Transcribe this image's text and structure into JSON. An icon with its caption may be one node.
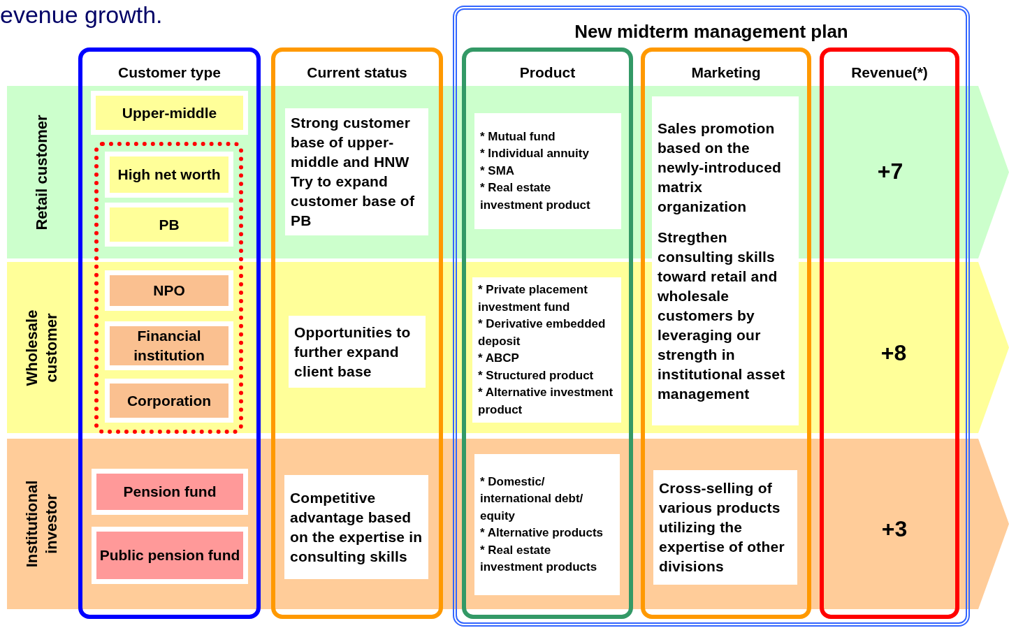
{
  "diagram": {
    "nodes": [
      {
        "text": [
          "Retail customer"
        ]
      },
      {
        "text": [
          "Wholesale customer"
        ]
      },
      {
        "text": [
          "Institutional investor"
        ]
      },
      {
        "text": [
          "New midterm management plan"
        ]
      },
      {
        "text": [
          "Customer type"
        ]
      },
      {
        "text": [
          "Upper-middle"
        ]
      },
      {
        "text": [],
        "shape": "box",
        "in": 4
      },
      {
        "text": [
          "High net worth"
        ]
      },
      {
        "text": [
          "PB"
        ]
      },
      {
        "text": [
          "NPO"
        ]
      },
      {
        "text": [
          "Financial institution"
        ]
      },
      {
        "text": [
          "Corporation"
        ]
      },
      {
        "text": [
          "Pension fund"
        ]
      },
      {
        "text": [
          "Public pension fund"
        ]
      },
      {
        "text": [
          "Current status"
        ]
      },
      {
        "text": [
          "Strong customer base of upper-middle and HNW",
          "Try to expand customer base of PB"
        ]
      },
      {
        "text": [
          "Opportunities to further expand client base"
        ]
      },
      {
        "text": [
          "Competitive advantage based on the expertise in consulting skills"
        ]
      },
      {
        "text": [
          "Product"
        ],
        "in": 3
      },
      {
        "text": [
          "* Mutual fund",
          "* Individual annuity",
          "* SMA",
          "* Real estate investment product"
        ]
      },
      {
        "text": [
          "* Private placement investment fund",
          "* Derivative embedded deposit",
          "* ABCP",
          "* Structured product",
          "* Alternative investment product"
        ]
      },
      {
        "text": [
          "* Domestic/ international debt/ equity",
          "* Alternative products",
          "* Real estate investment products"
        ]
      },
      {
        "text": [
          "Marketing"
        ],
        "in": 3
      },
      {
        "text": [
          "Sales promotion based on the newly-introduced matrix organization",
          "Stregthen consulting skills toward retail and wholesale customers by leveraging our strength in institutional asset management"
        ],
        "in": 22
      },
      {
        "text": [
          "Cross-selling of various products utilizing the expertise of other divisions"
        ]
      },
      {
        "text": [
          "Revenue(*)"
        ],
        "in": 3
      }
    ],
    "edges": [],
    "labels": [
      "evenue growth.",
      "+7",
      "+8",
      "+3"
    ]
  }
}
